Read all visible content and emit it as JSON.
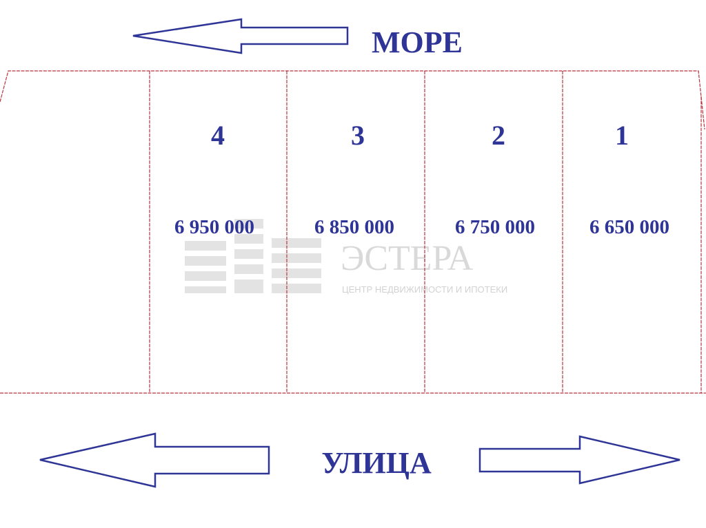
{
  "top": {
    "direction_label": "МОРЕ"
  },
  "bottom": {
    "direction_label": "УЛИЦА"
  },
  "plots": [
    {
      "number": "4",
      "price": "6 950 000"
    },
    {
      "number": "3",
      "price": "6 850 000"
    },
    {
      "number": "2",
      "price": "6 750 000"
    },
    {
      "number": "1",
      "price": "6 650 000"
    }
  ],
  "watermark": {
    "brand": "ЭСТЕРА",
    "tagline": "ЦЕНТР НЕДВИЖИМОСТИ И ИПОТЕКИ"
  },
  "colors": {
    "label": "#2f3596",
    "arrow_outline": "#2f3596",
    "boundary": "#b8323c",
    "watermark": "#d9d9d9"
  }
}
